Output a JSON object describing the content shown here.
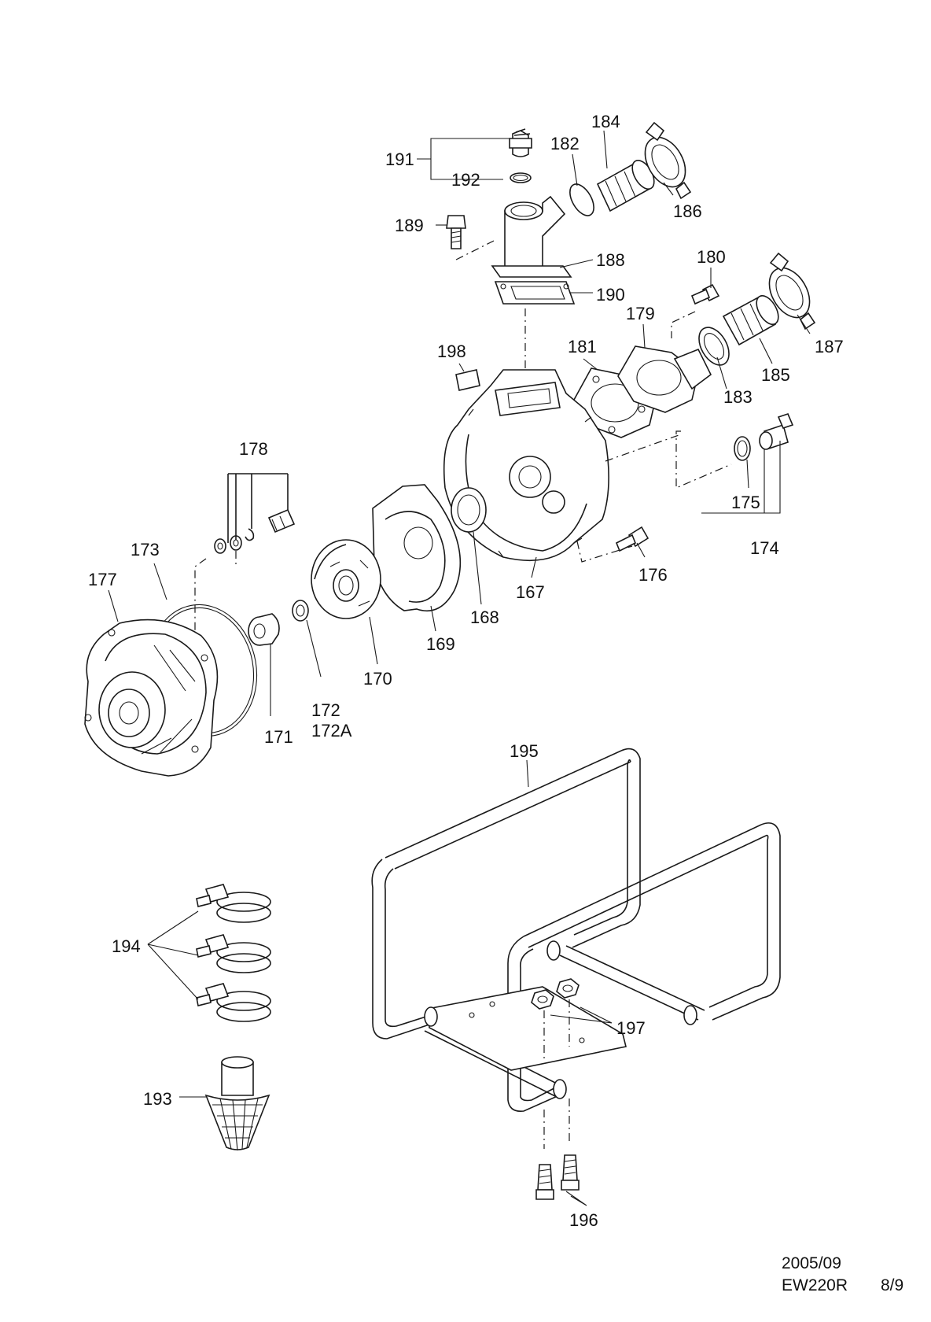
{
  "part_labels": {
    "p167": "167",
    "p168": "168",
    "p169": "169",
    "p170": "170",
    "p171": "171",
    "p172": "172",
    "p172a": "172A",
    "p173": "173",
    "p174": "174",
    "p175": "175",
    "p176": "176",
    "p177": "177",
    "p178": "178",
    "p179": "179",
    "p180": "180",
    "p181": "181",
    "p182": "182",
    "p183": "183",
    "p184": "184",
    "p185": "185",
    "p186": "186",
    "p187": "187",
    "p188": "188",
    "p189": "189",
    "p190": "190",
    "p191": "191",
    "p192": "192",
    "p193": "193",
    "p194": "194",
    "p195": "195",
    "p196": "196",
    "p197": "197",
    "p198": "198"
  },
  "footer": {
    "date": "2005/09",
    "model": "EW220R",
    "page": "8/9"
  }
}
